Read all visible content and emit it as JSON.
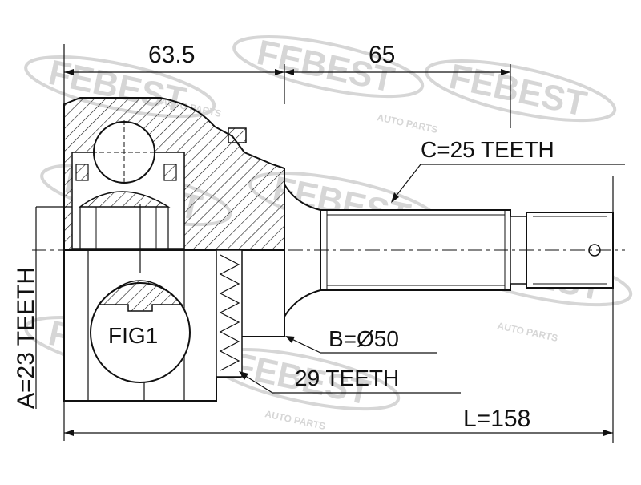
{
  "dimensions": {
    "top_left": "63.5",
    "top_right": "65",
    "total_length": "L=158"
  },
  "labels": {
    "spline_c": "C=25 TEETH",
    "spline_a": "A=23 TEETH",
    "diameter_b": "B=Ø50",
    "abs_ring": "29 TEETH",
    "figure": "FIG1"
  },
  "watermark": {
    "brand": "FEBEST",
    "tagline": "AUTO PARTS"
  },
  "colors": {
    "line": "#111111",
    "watermark": "#d6d6d6",
    "background": "#ffffff"
  }
}
